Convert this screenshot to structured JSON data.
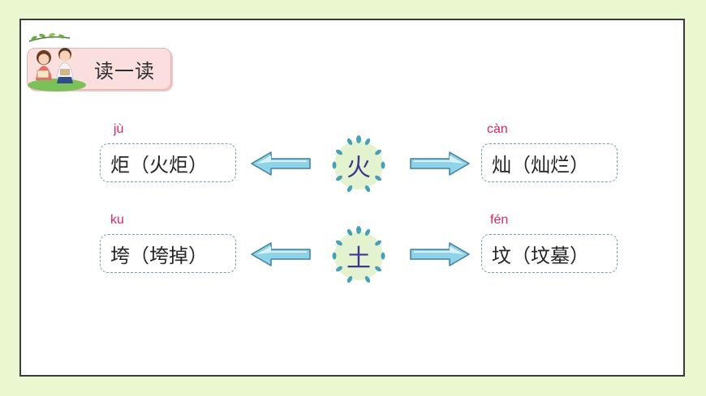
{
  "header": {
    "title": "读一读"
  },
  "rows": [
    {
      "radical": "火",
      "left": {
        "pinyin": "jù",
        "text": "炬（火炬）"
      },
      "right": {
        "pinyin": "càn",
        "text": "灿（灿烂）"
      }
    },
    {
      "radical": "土",
      "left": {
        "pinyin": "ku",
        "text": "垮（垮掉）"
      },
      "right": {
        "pinyin": "fén",
        "text": "坟（坟墓）"
      }
    }
  ],
  "colors": {
    "background": "#eaf7cf",
    "pinyin": "#e0245e",
    "box_border": "#6fa5a8",
    "arrow_fill": "#8fd3e8",
    "radical_circle": "#e3f3cf",
    "leaf": "#47a0b8"
  },
  "icons": {
    "kids": "children-reading-illustration",
    "arrow_left": "arrow-left-icon",
    "arrow_right": "arrow-right-icon",
    "wreath": "leaf-wreath-icon"
  }
}
